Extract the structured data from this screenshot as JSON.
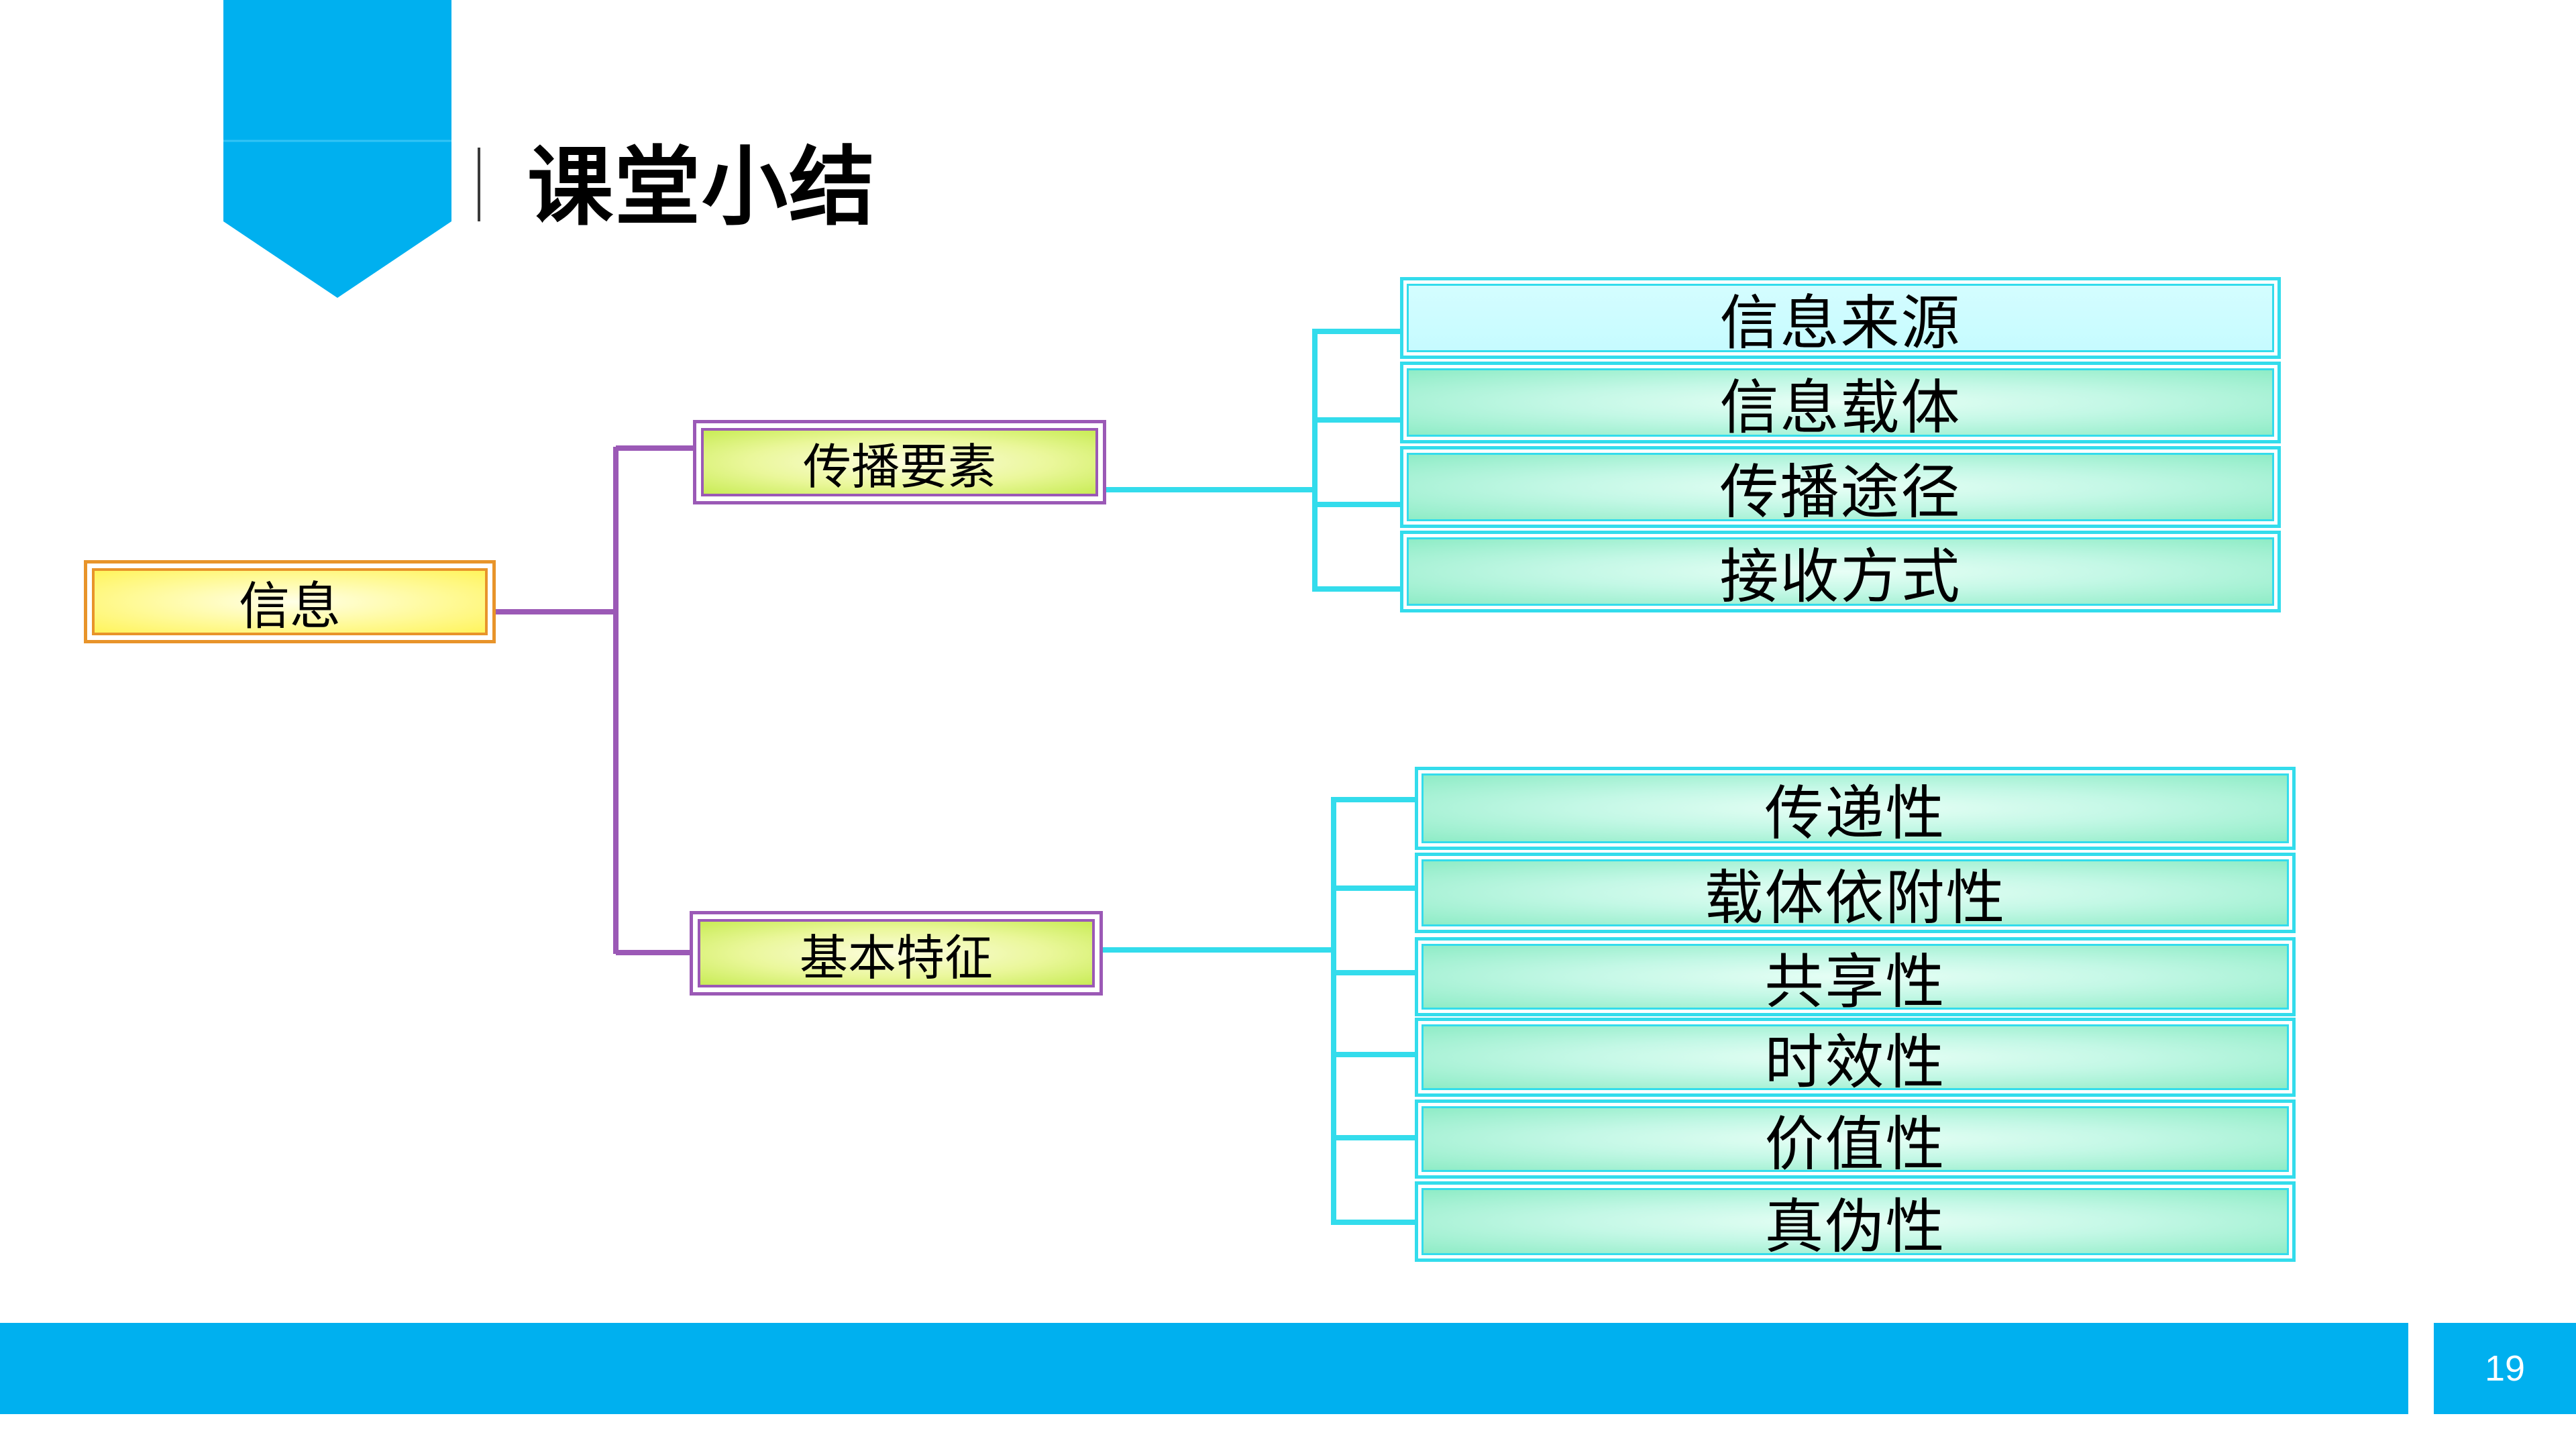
{
  "slide": {
    "title": "课堂小结",
    "page_number": "19"
  },
  "colors": {
    "accent_blue": "#00b0ef",
    "root_border": "#e8942a",
    "mid_border": "#9b59b6",
    "leaf_border": "#33dcec"
  },
  "tree": {
    "root": "信息",
    "branches": [
      {
        "label": "传播要素",
        "children": [
          "信息来源",
          "信息载体",
          "传播途径",
          "接收方式"
        ]
      },
      {
        "label": "基本特征",
        "children": [
          "传递性",
          "载体依附性",
          "共享性",
          "时效性",
          "价值性",
          "真伪性"
        ]
      }
    ]
  }
}
